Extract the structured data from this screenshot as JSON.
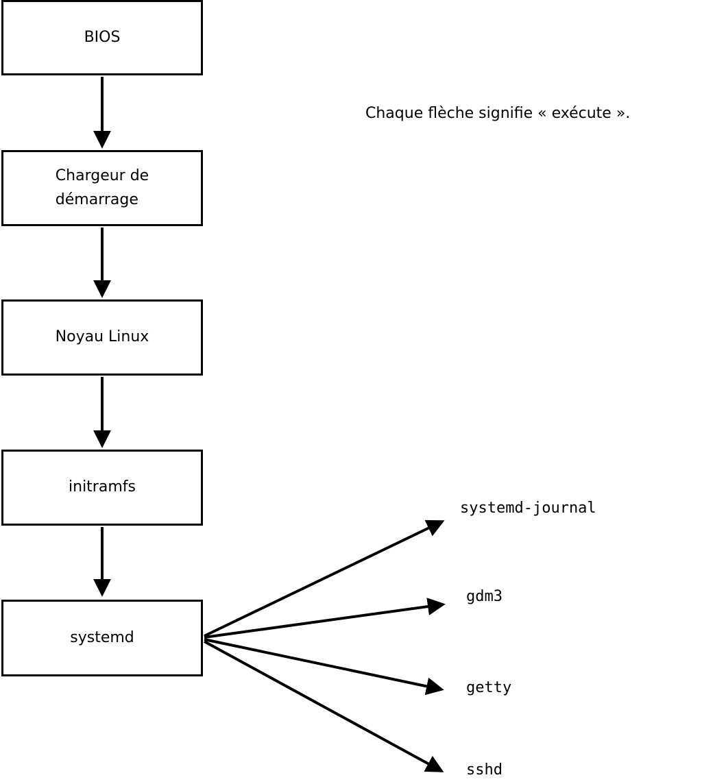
{
  "diagram": {
    "annotation": "Chaque flèche signifie « exécute ».",
    "boxes": [
      {
        "id": "bios",
        "label": "BIOS"
      },
      {
        "id": "bootloader",
        "label": "Chargeur de\ndémarrage"
      },
      {
        "id": "kernel",
        "label": "Noyau Linux"
      },
      {
        "id": "initramfs",
        "label": "initramfs"
      },
      {
        "id": "systemd",
        "label": "systemd"
      }
    ],
    "targets": [
      {
        "id": "systemd-journal",
        "label": "systemd-journal"
      },
      {
        "id": "gdm3",
        "label": "gdm3"
      },
      {
        "id": "getty",
        "label": "getty"
      },
      {
        "id": "sshd",
        "label": "sshd"
      }
    ],
    "colors": {
      "background": "#ffffff",
      "box_fill": "#ffffff",
      "box_border": "#000000",
      "arrow": "#000000",
      "text": "#000000"
    }
  }
}
